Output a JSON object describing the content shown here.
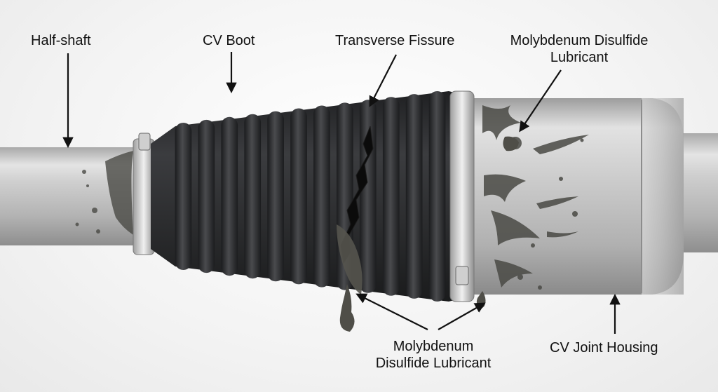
{
  "labels": {
    "half_shaft": "Half-shaft",
    "cv_boot": "CV Boot",
    "transverse_fissure": "Transverse Fissure",
    "lubricant_top_line1": "Molybdenum Disulfide",
    "lubricant_top_line2": "Lubricant",
    "lubricant_bottom_line1": "Molybdenum",
    "lubricant_bottom_line2": "Disulfide Lubricant",
    "cv_joint_housing": "CV Joint Housing"
  },
  "colors": {
    "background": "#f6f6f6",
    "label_text": "#111111",
    "shaft_metal": "#c9c9c9",
    "boot_rubber": "#2e2f31",
    "grease": "#4a4a45",
    "clamp": "#d7d7d7"
  }
}
